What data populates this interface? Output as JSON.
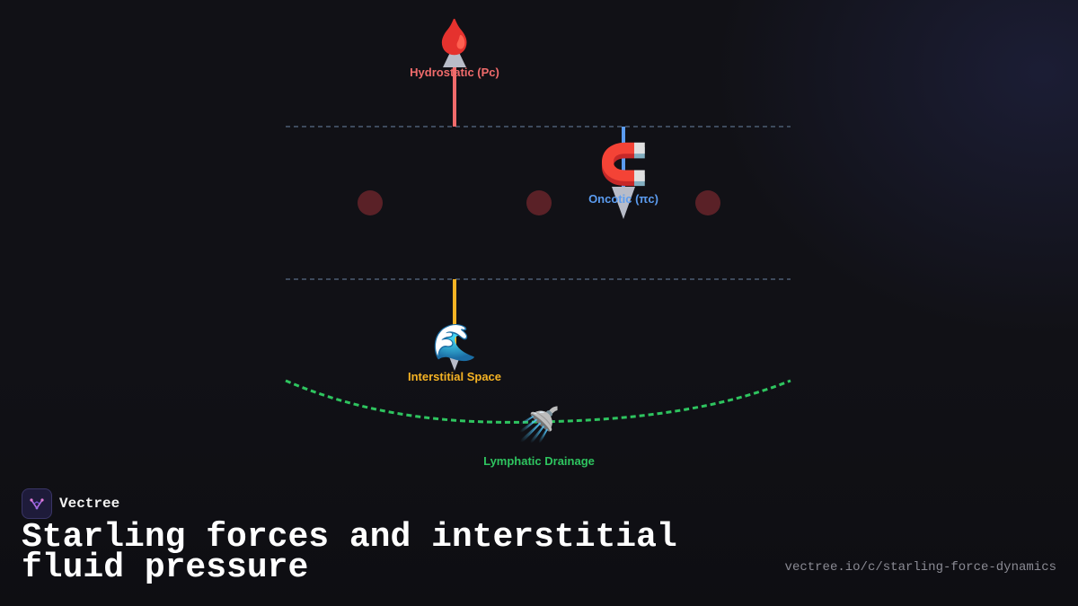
{
  "diagram": {
    "forces": [
      {
        "id": "hydrostatic",
        "label": "Hydrostatic (Pc)",
        "color": "#f06b6b",
        "icon": "blood-drop-icon",
        "glyph": "🩸"
      },
      {
        "id": "oncotic",
        "label": "Oncotic (πc)",
        "color": "#5b9cf0",
        "icon": "magnet-icon",
        "glyph": "🧲"
      },
      {
        "id": "interstitial",
        "label": "Interstitial Space",
        "color": "#f5b324",
        "icon": "water-wave-icon",
        "glyph": "🌊"
      }
    ],
    "drainage": {
      "label": "Lymphatic Drainage",
      "color": "#2ec45f",
      "icon": "shower-icon",
      "glyph": "🚿"
    },
    "membrane_color": "#3d4a5c",
    "particle_color": "#5a2127"
  },
  "brand": {
    "name": "Vectree"
  },
  "title": "Starling forces and interstitial fluid pressure",
  "url": "vectree.io/c/starling-force-dynamics"
}
